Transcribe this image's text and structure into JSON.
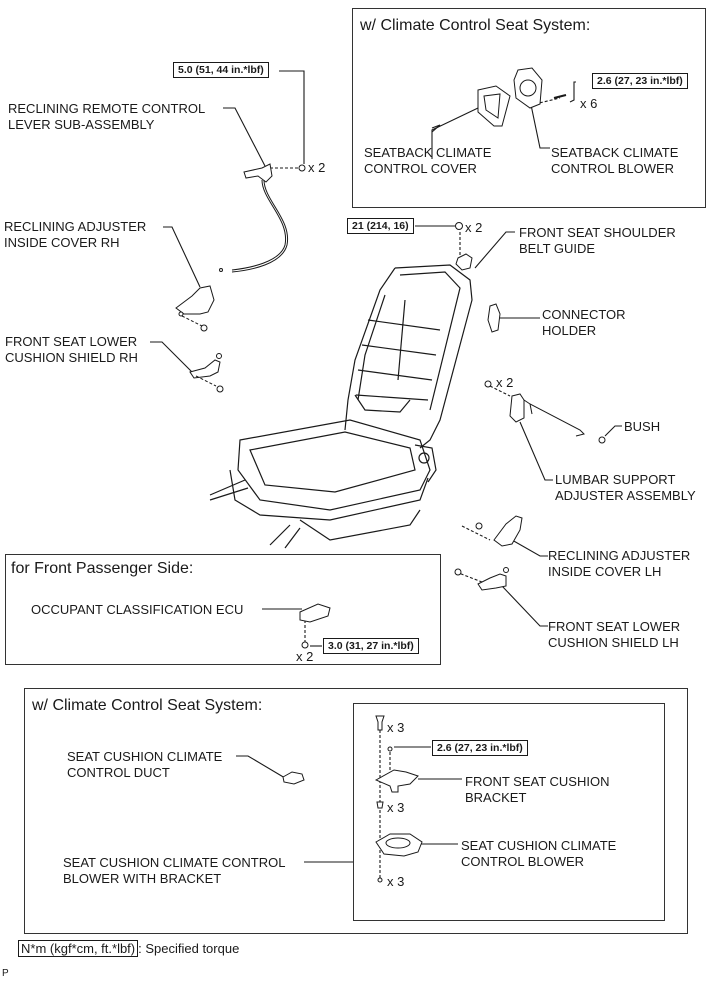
{
  "diagram": {
    "labels": {
      "reclining_remote_lever": "RECLINING REMOTE CONTROL\nLEVER SUB-ASSEMBLY",
      "reclining_adjuster_cover_rh": "RECLINING ADJUSTER\nINSIDE COVER RH",
      "lower_cushion_shield_rh": "FRONT SEAT LOWER\nCUSHION SHIELD RH",
      "shoulder_belt_guide": "FRONT SEAT SHOULDER\nBELT GUIDE",
      "connector_holder": "CONNECTOR\nHOLDER",
      "bush": "BUSH",
      "lumbar_support": "LUMBAR SUPPORT\nADJUSTER ASSEMBLY",
      "reclining_adjuster_cover_lh": "RECLINING ADJUSTER\nINSIDE COVER LH",
      "lower_cushion_shield_lh": "FRONT SEAT LOWER\nCUSHION SHIELD LH"
    },
    "torques": {
      "lever": "5.0 (51, 44 in.*lbf)",
      "belt_guide": "21 (214, 16)"
    },
    "quantities": {
      "lever_nut": "x 2",
      "belt_guide_nut": "x 2",
      "lumbar_screw": "x 2"
    }
  },
  "seatback_climate_box": {
    "title": "w/ Climate Control Seat System:",
    "torque": "2.6 (27, 23 in.*lbf)",
    "qty": "x 6",
    "cover_label": "SEATBACK CLIMATE\nCONTROL COVER",
    "blower_label": "SEATBACK CLIMATE\nCONTROL BLOWER"
  },
  "passenger_box": {
    "title": "for Front Passenger Side:",
    "ecu_label": "OCCUPANT CLASSIFICATION ECU",
    "torque": "3.0 (31, 27 in.*lbf)",
    "qty": "x 2"
  },
  "cushion_climate_box": {
    "title": "w/ Climate Control Seat System:",
    "duct_label": "SEAT CUSHION CLIMATE\nCONTROL DUCT",
    "blower_bracket_label": "SEAT CUSHION CLIMATE CONTROL\nBLOWER WITH BRACKET",
    "inner": {
      "qty_top": "x 3",
      "torque": "2.6 (27, 23 in.*lbf)",
      "bracket_label": "FRONT SEAT CUSHION\nBRACKET",
      "qty_mid": "x 3",
      "blower_label": "SEAT CUSHION CLIMATE\nCONTROL BLOWER",
      "qty_bottom": "x 3"
    }
  },
  "legend": {
    "unit_box": "N*m (kgf*cm, ft.*lbf)",
    "text": ": Specified torque"
  },
  "footer_mark": "P"
}
